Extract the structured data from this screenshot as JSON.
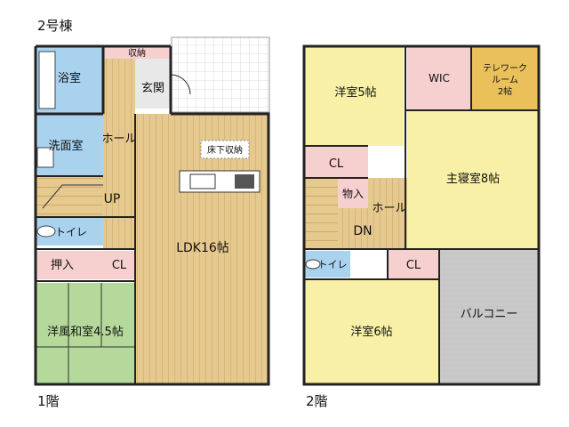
{
  "building_title": "2号棟",
  "colors": {
    "bath": "#a9d2ee",
    "wood": "#e6c98f",
    "wood_line": "#c9a25c",
    "cl": "#f6cfcf",
    "room_yellow": "#f7f0a6",
    "tatami": "#b5d99a",
    "wic": "#f6cfcf",
    "telework": "#e9c05a",
    "balcony": "#c8c8c8",
    "hall": "#e6c98f",
    "wall": "#222222"
  },
  "floor1": {
    "label": "1階",
    "rooms": {
      "bath": "浴室",
      "storage": "収納",
      "entrance": "玄関",
      "washroom": "洗面室",
      "hall": "ホール",
      "underfloor": "床下収納",
      "up": "UP",
      "toilet": "トイレ",
      "oshiire": "押入",
      "cl": "CL",
      "ldk": "LDK16帖",
      "washitsu": "洋風和室4.5帖"
    }
  },
  "floor2": {
    "label": "2階",
    "rooms": {
      "western5": "洋室5帖",
      "wic": "WIC",
      "telework_line1": "テレワーク",
      "telework_line2": "ルーム",
      "telework_line3": "2帖",
      "cl_upper": "CL",
      "master": "主寝室8帖",
      "storage": "物入",
      "hall": "ホール",
      "dn": "DN",
      "toilet": "トイレ",
      "cl_lower": "CL",
      "balcony": "バルコニー",
      "western6": "洋室6帖"
    }
  }
}
